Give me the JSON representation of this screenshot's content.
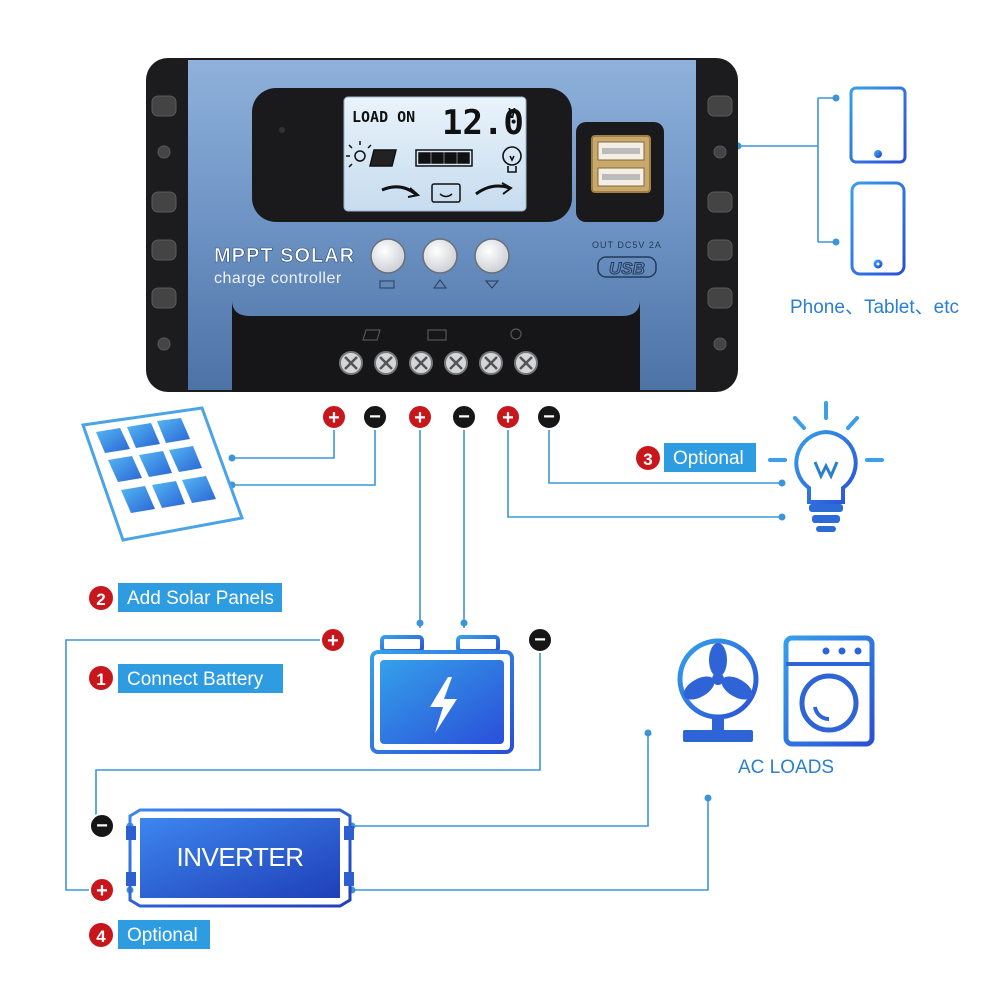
{
  "controller": {
    "title_line1": "MPPT SOLAR",
    "title_line2": "charge controller",
    "lcd_status": "LOAD ON",
    "lcd_value": "12.0",
    "lcd_unit": "V",
    "usb_spec": "OUT DC5V 2A",
    "usb_label": "USB"
  },
  "steps": [
    {
      "number": "1",
      "label": "Connect Battery"
    },
    {
      "number": "2",
      "label": "Add Solar Panels"
    },
    {
      "number": "3",
      "label": "Optional"
    },
    {
      "number": "4",
      "label": "Optional"
    }
  ],
  "devices": {
    "phone_tablet_label": "Phone、Tablet、etc",
    "ac_loads_label": "AC LOADS",
    "inverter_label": "INVERTER"
  },
  "terminal_signs": {
    "plus": "+",
    "minus": "−"
  },
  "colors": {
    "accent_blue": "#2a7fd0",
    "wire_blue": "#3d95d8",
    "label_bg": "#2d9ce0",
    "plus_red": "#c8161d",
    "minus_black": "#161616",
    "controller_body": "#6f95c6"
  }
}
